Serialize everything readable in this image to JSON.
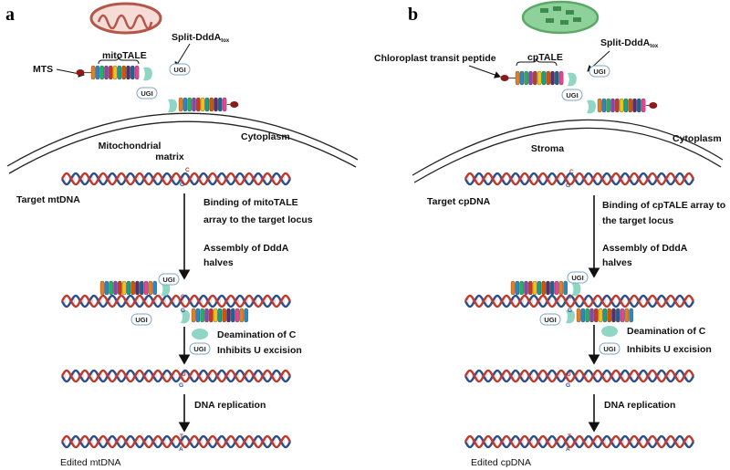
{
  "panels": [
    {
      "letter": "a",
      "organelle": "mitochondrion",
      "top_labels": {
        "signal": "MTS",
        "tale": "mitoTALE",
        "split_main": "Split-DddA",
        "split_sub": "tox",
        "ugi": "UGI",
        "compartment": "Mitochondrial",
        "compartment2": "matrix",
        "cytoplasm": "Cytoplasm"
      },
      "target": "Target mtDNA",
      "steps": {
        "binding_1": "Binding of mitoTALE",
        "binding_2": "array to the target locus",
        "assembly_1": "Assembly of DddA",
        "assembly_2": "halves",
        "deamination": "Deamination of C",
        "inhibits": "Inhibits U excision",
        "replication": "DNA replication"
      },
      "edited": "Edited mtDNA",
      "bases": {
        "c": "C",
        "g": "G",
        "u": "U",
        "t": "T",
        "a": "A"
      }
    },
    {
      "letter": "b",
      "organelle": "chloroplast",
      "top_labels": {
        "signal": "Chloroplast transit peptide",
        "tale": "cpTALE",
        "split_main": "Split-DddA",
        "split_sub": "tox",
        "ugi": "UGI",
        "compartment": "Stroma",
        "compartment2": "",
        "cytoplasm": "Cytoplasm"
      },
      "target": "Target cpDNA",
      "steps": {
        "binding_1": "Binding of cpTALE array to",
        "binding_2": "the target locus",
        "assembly_1": "Assembly of DddA",
        "assembly_2": "halves",
        "deamination": "Deamination of C",
        "inhibits": "Inhibits U excision",
        "replication": "DNA replication"
      },
      "edited": "Edited cpDNA",
      "bases": {
        "c": "C",
        "g": "G",
        "u": "U",
        "t": "T",
        "a": "A"
      }
    }
  ],
  "colors": {
    "dna_red": "#c0392b",
    "dna_blue": "#2c4f8c",
    "ddda": "#8fd6c4",
    "mito": "#c9685a",
    "chloro": "#7fc98a",
    "signal": "#8b1a1a"
  },
  "tale_repeat_colors": [
    "#e67e22",
    "#2e86c1",
    "#27ae60",
    "#8e44ad",
    "#c0392b",
    "#f1c40f",
    "#16a085",
    "#d35400",
    "#5b2c6f",
    "#1f618d",
    "#e84393"
  ]
}
